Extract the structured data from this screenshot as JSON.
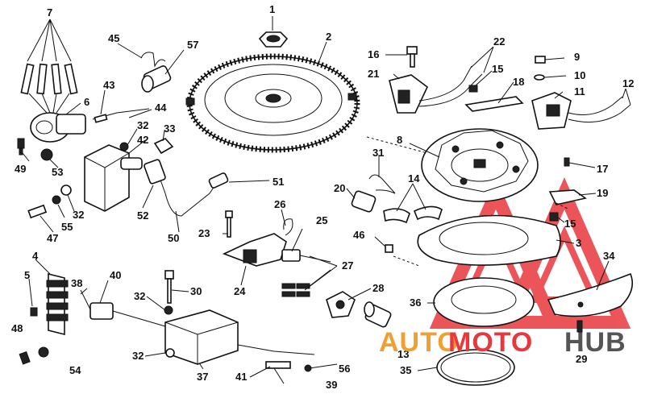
{
  "callouts": [
    {
      "id": "c1",
      "label": "1"
    },
    {
      "id": "c2",
      "label": "2"
    },
    {
      "id": "c3",
      "label": "3"
    },
    {
      "id": "c4",
      "label": "4"
    },
    {
      "id": "c5",
      "label": "5"
    },
    {
      "id": "c6",
      "label": "6"
    },
    {
      "id": "c7",
      "label": "7"
    },
    {
      "id": "c8",
      "label": "8"
    },
    {
      "id": "c9",
      "label": "9"
    },
    {
      "id": "c10",
      "label": "10"
    },
    {
      "id": "c11",
      "label": "11"
    },
    {
      "id": "c12",
      "label": "12"
    },
    {
      "id": "c13",
      "label": "13"
    },
    {
      "id": "c14",
      "label": "14"
    },
    {
      "id": "c15a",
      "label": "15"
    },
    {
      "id": "c15b",
      "label": "15"
    },
    {
      "id": "c16",
      "label": "16"
    },
    {
      "id": "c17",
      "label": "17"
    },
    {
      "id": "c18",
      "label": "18"
    },
    {
      "id": "c19",
      "label": "19"
    },
    {
      "id": "c20",
      "label": "20"
    },
    {
      "id": "c21",
      "label": "21"
    },
    {
      "id": "c22",
      "label": "22"
    },
    {
      "id": "c23",
      "label": "23"
    },
    {
      "id": "c24",
      "label": "24"
    },
    {
      "id": "c25",
      "label": "25"
    },
    {
      "id": "c26",
      "label": "26"
    },
    {
      "id": "c27",
      "label": "27"
    },
    {
      "id": "c28",
      "label": "28"
    },
    {
      "id": "c29",
      "label": "29"
    },
    {
      "id": "c30",
      "label": "30"
    },
    {
      "id": "c31",
      "label": "31"
    },
    {
      "id": "c32a",
      "label": "32"
    },
    {
      "id": "c32b",
      "label": "32"
    },
    {
      "id": "c32c",
      "label": "32"
    },
    {
      "id": "c32d",
      "label": "32"
    },
    {
      "id": "c33",
      "label": "33"
    },
    {
      "id": "c34",
      "label": "34"
    },
    {
      "id": "c35",
      "label": "35"
    },
    {
      "id": "c36",
      "label": "36"
    },
    {
      "id": "c37",
      "label": "37"
    },
    {
      "id": "c38",
      "label": "38"
    },
    {
      "id": "c39",
      "label": "39"
    },
    {
      "id": "c40",
      "label": "40"
    },
    {
      "id": "c41",
      "label": "41"
    },
    {
      "id": "c42",
      "label": "42"
    },
    {
      "id": "c43",
      "label": "43"
    },
    {
      "id": "c44",
      "label": "44"
    },
    {
      "id": "c45",
      "label": "45"
    },
    {
      "id": "c46",
      "label": "46"
    },
    {
      "id": "c47",
      "label": "47"
    },
    {
      "id": "c48",
      "label": "48"
    },
    {
      "id": "c49",
      "label": "49"
    },
    {
      "id": "c50",
      "label": "50"
    },
    {
      "id": "c51",
      "label": "51"
    },
    {
      "id": "c52",
      "label": "52"
    },
    {
      "id": "c53",
      "label": "53"
    },
    {
      "id": "c54",
      "label": "54"
    },
    {
      "id": "c55",
      "label": "55"
    },
    {
      "id": "c56",
      "label": "56"
    },
    {
      "id": "c57",
      "label": "57"
    }
  ],
  "watermark": {
    "text_auto": "AUTO",
    "text_moto": "MOTO",
    "text_hub": "HUB",
    "color_red": "#e8383d",
    "color_orange": "#f0a030",
    "color_gray": "#555555",
    "logo_icon": "triangle-logo-icon"
  }
}
